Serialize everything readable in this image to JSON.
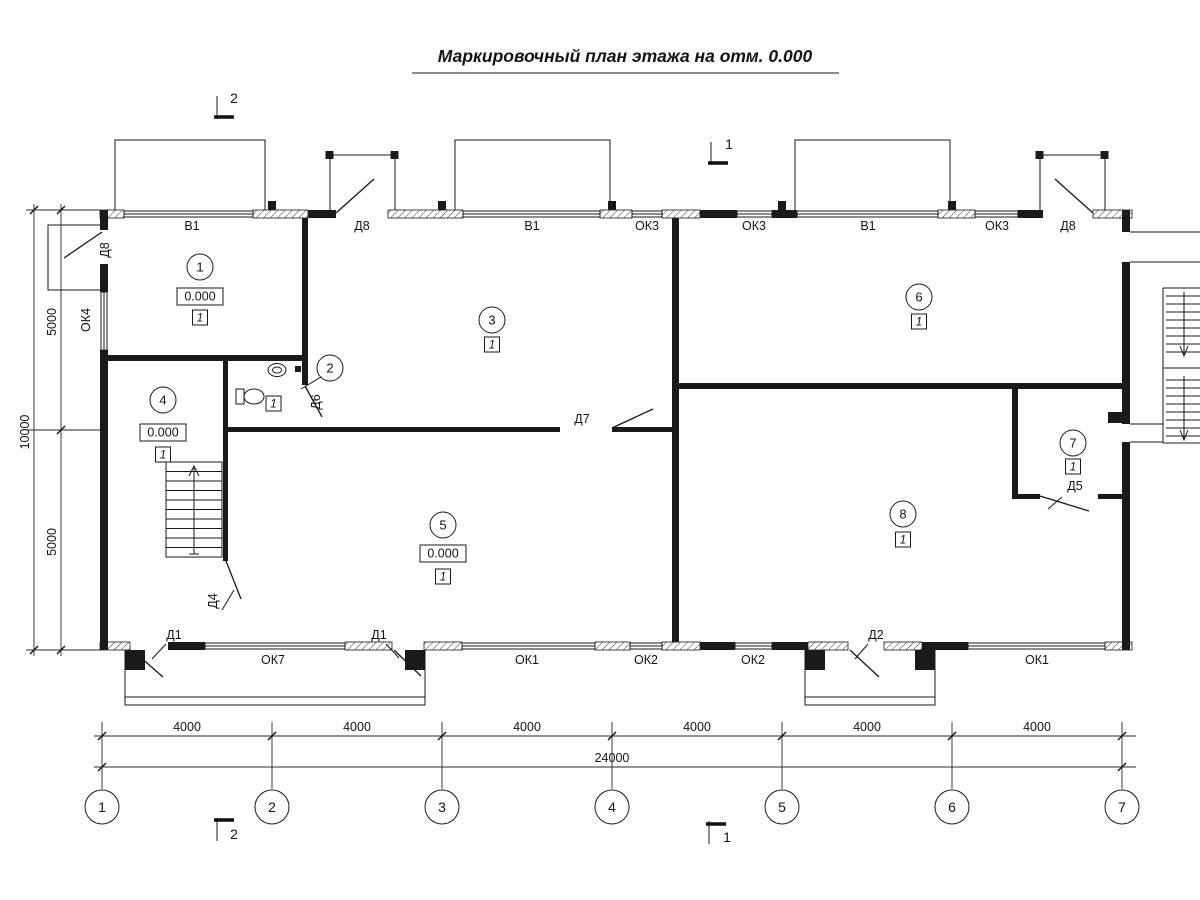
{
  "title": "Маркировочный план этажа на отм. 0.000",
  "rooms": [
    {
      "num": "1",
      "elev": "0.000",
      "type": "1"
    },
    {
      "num": "2",
      "type": "1"
    },
    {
      "num": "3",
      "type": "1"
    },
    {
      "num": "4",
      "elev": "0.000",
      "type": "1"
    },
    {
      "num": "5",
      "elev": "0.000",
      "type": "1"
    },
    {
      "num": "6",
      "type": "1"
    },
    {
      "num": "7",
      "type": "1"
    },
    {
      "num": "8",
      "type": "1"
    }
  ],
  "openings": {
    "top": [
      "Д8",
      "В1",
      "Д8",
      "В1",
      "ОК3",
      "ОК3",
      "В1",
      "ОК3",
      "Д8"
    ],
    "left": [
      "ОК4"
    ],
    "bottom": [
      "Д1",
      "ОК7",
      "Д1",
      "ОК1",
      "ОК2",
      "ОК2",
      "Д2",
      "ОК1"
    ],
    "interior": [
      "Д6",
      "Д7",
      "Д4",
      "Д5"
    ]
  },
  "dimensions": {
    "bays": [
      "4000",
      "4000",
      "4000",
      "4000",
      "4000",
      "4000"
    ],
    "total": "24000",
    "vertical": [
      "5000",
      "10000",
      "5000"
    ]
  },
  "axes": [
    "1",
    "2",
    "3",
    "4",
    "5",
    "6",
    "7"
  ],
  "sections": {
    "top_2": "2",
    "top_1": "1",
    "bottom_2": "2",
    "bottom_1": "1"
  },
  "colors": {
    "ink": "#1a1a1a",
    "paper": "#ffffff"
  }
}
